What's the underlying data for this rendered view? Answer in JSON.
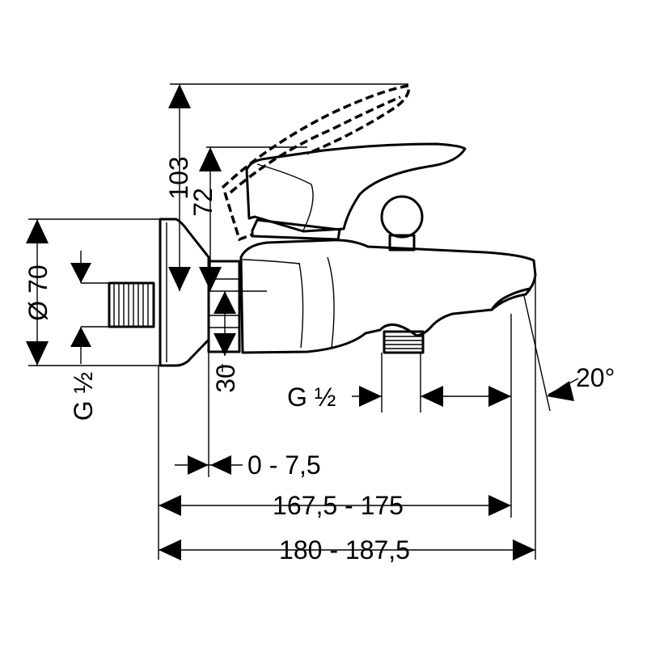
{
  "dimensions": {
    "height_total": "103",
    "height_lever": "72",
    "diameter": "Ø 70",
    "thread_left": "G ½",
    "height_spout": "30",
    "thread_bottom": "G ½",
    "angle": "20°",
    "offset": "0 - 7,5",
    "length_outlet": "167,5 - 175",
    "length_total": "180 - 187,5"
  }
}
